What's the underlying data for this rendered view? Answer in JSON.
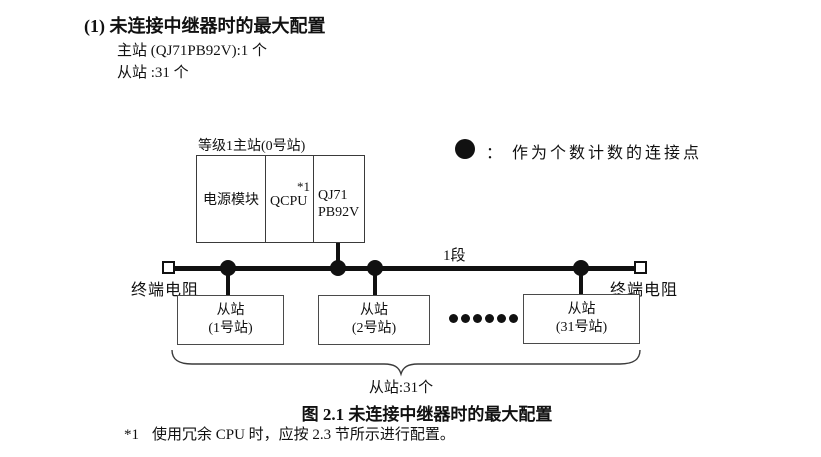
{
  "heading": {
    "title": "(1) 未连接中继器时的最大配置",
    "master_line": "主站 (QJ71PB92V):1 个",
    "slave_line": "从站 :31 个"
  },
  "legend": {
    "text": "： 作为个数计数的连接点"
  },
  "diagram": {
    "master": {
      "label": "等级1主站(0号站)",
      "power_module": "电源模块",
      "cpu": "QCPU",
      "cpu_note": "*1",
      "network_module_line1": "QJ71",
      "network_module_line2": "PB92V"
    },
    "bus": {
      "segment_label": "1段",
      "terminator_left": "终端电阻",
      "terminator_right": "终端电阻"
    },
    "slaves": [
      {
        "name": "从站",
        "station": "(1号站)"
      },
      {
        "name": "从站",
        "station": "(2号站)"
      },
      {
        "name": "从站",
        "station": "(31号站)"
      }
    ],
    "slave_total": "从站:31个"
  },
  "caption": "图 2.1 未连接中继器时的最大配置",
  "footnote": {
    "marker": "*1",
    "text": "使用冗余 CPU 时，应按 2.3 节所示进行配置。"
  },
  "colors": {
    "ink": "#111111",
    "border": "#3a3a3a",
    "background": "#ffffff"
  }
}
